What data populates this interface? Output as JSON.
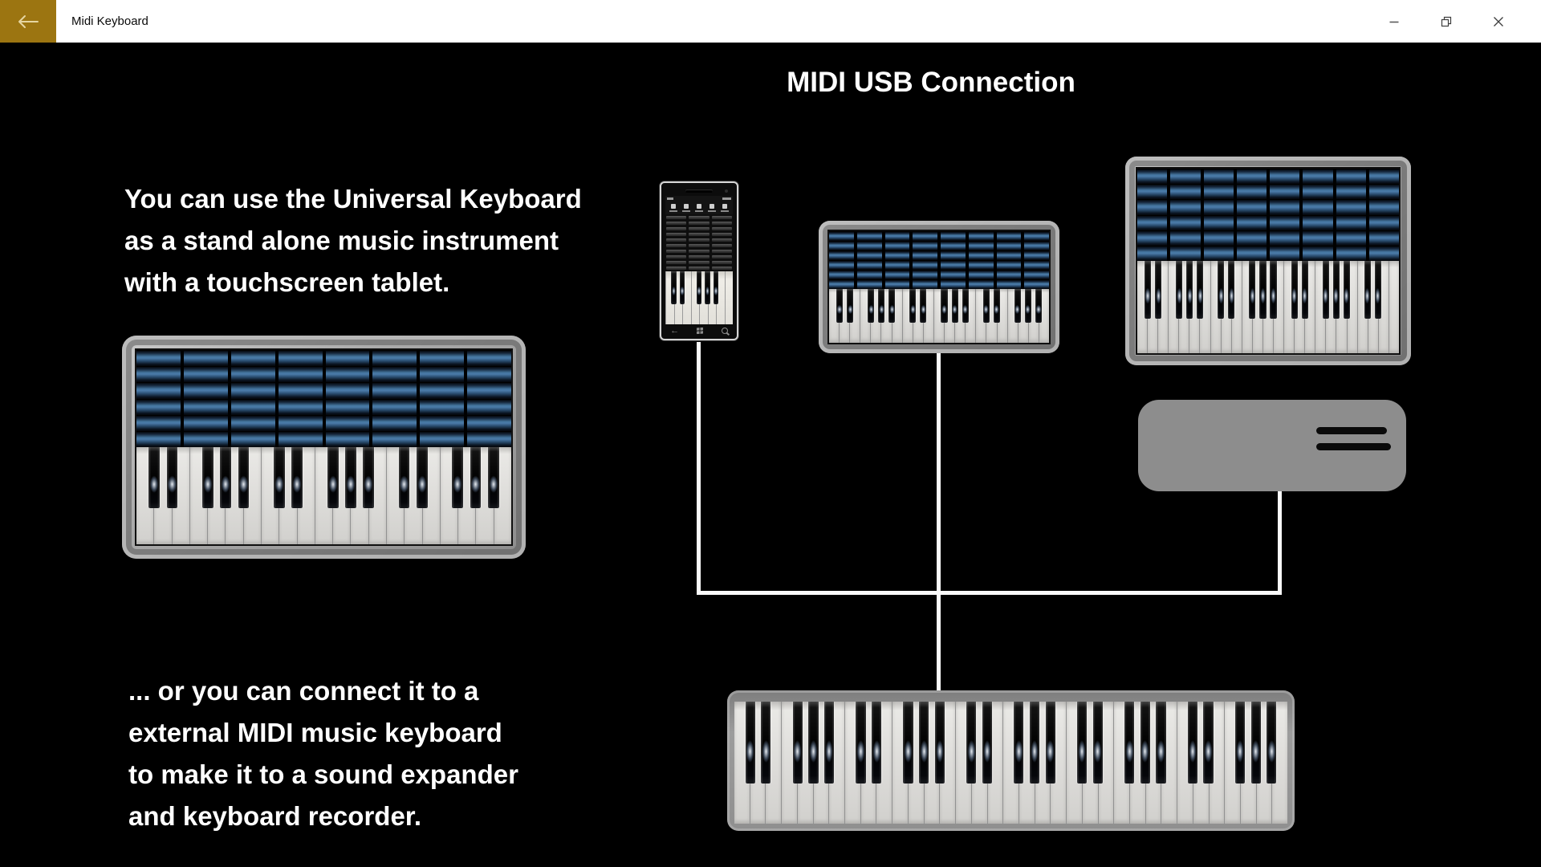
{
  "window": {
    "title": "Midi Keyboard",
    "back_icon": "back-arrow-icon",
    "controls": {
      "minimize": "minimize",
      "restore": "restore",
      "close": "close"
    }
  },
  "page": {
    "heading": "MIDI USB Connection",
    "intro_text": "You can use the Universal Keyboard\nas a stand alone music instrument\nwith a touchscreen tablet.",
    "outro_text": "... or you can connect it to a\nexternal MIDI music keyboard\nto make it to a sound expander\nand keyboard recorder."
  },
  "colors": {
    "accent_gold": "#9c7511",
    "background": "#000000",
    "text": "#ffffff",
    "bar_blue": "#44759f",
    "device_gray": "#8d8d8d",
    "wire_white": "#fafafa"
  },
  "diagram": {
    "devices": {
      "tablet": {
        "name": "universal-keyboard-tablet",
        "bar_cols": 8,
        "bar_rows": 6,
        "white_keys": 21
      },
      "medium": {
        "name": "midi-keyboard-medium",
        "bar_cols": 8,
        "bar_rows": 6,
        "white_keys": 21
      },
      "large": {
        "name": "midi-keyboard-large",
        "bar_cols": 8,
        "bar_rows": 6,
        "white_keys": 25
      },
      "external": {
        "name": "external-midi-keyboard",
        "white_keys": 35
      },
      "phone": {
        "name": "windows-phone-keyboard",
        "bar_cols": 3,
        "bar_rows": 10,
        "white_keys": 8,
        "toolbar_items": 5
      },
      "expander": {
        "name": "sound-expander-box"
      }
    }
  }
}
